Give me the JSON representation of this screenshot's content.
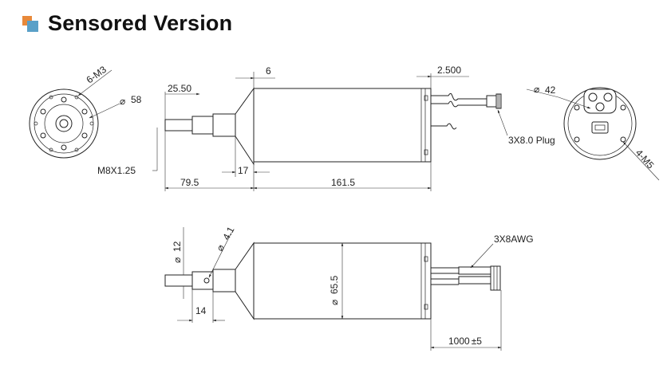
{
  "header": {
    "title": "Sensored Version",
    "logo_colors": [
      "#e8893a",
      "#5aa0c8"
    ]
  },
  "front_view": {
    "bolt_label": "6-M3",
    "diameter_label": "58"
  },
  "top_view": {
    "dims": {
      "shaft_length": "25.50",
      "taper_step": "6",
      "lead_length": "2.500",
      "thread": "M8X1.25",
      "flange": "17",
      "front_length": "79.5",
      "body_length": "161.5"
    },
    "plug_label": "3X8.0 Plug"
  },
  "rear_view": {
    "diameter_label": "42",
    "bolt_label": "4-M5"
  },
  "bottom_view": {
    "dims": {
      "shaft_dia": "12",
      "hole_dia": "4.1",
      "shaft_step": "14",
      "body_dia": "65.5",
      "lead_length": "1000"
    },
    "lead_tolerance": "±5",
    "wire_label": "3X8AWG"
  }
}
